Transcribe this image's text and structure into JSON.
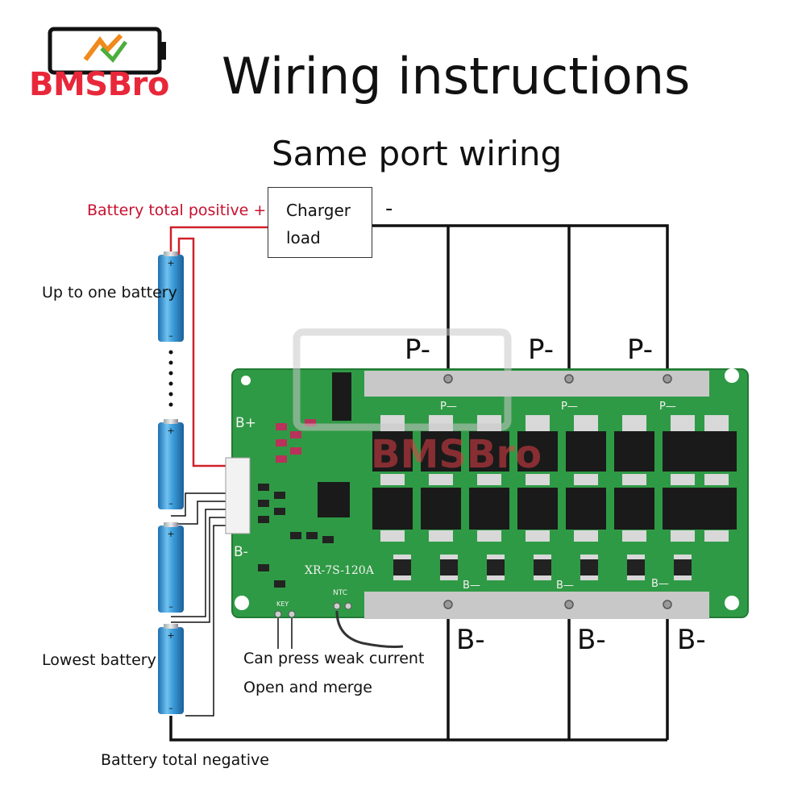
{
  "logo": {
    "brand": "BMSBro"
  },
  "title": "Wiring instructions",
  "subtitle": "Same port wiring",
  "labels": {
    "battery_total_positive": "Battery total positive +",
    "charger_line1": "Charger",
    "charger_line2": "load",
    "charger_minus": "-",
    "up_to_one_battery": "Up to one battery",
    "lowest_battery": "Lowest battery",
    "battery_total_negative": "Battery total negative",
    "weak_current_line1": "Can press weak current",
    "weak_current_line2": "Open and merge"
  },
  "ports": {
    "p_minus": [
      "P-",
      "P-",
      "P-"
    ],
    "b_minus": [
      "B-",
      "B-",
      "B-"
    ]
  },
  "board": {
    "model": "XR-7S-120A",
    "b_plus": "B+",
    "b_minus_edge": "B-",
    "ntc": "NTC",
    "key": "KEY",
    "p_pad": [
      "P—",
      "P—",
      "P—"
    ],
    "b_pad": [
      "B—",
      "B—",
      "B—"
    ],
    "watermark": "BMSBro"
  },
  "colors": {
    "brand_red": "#e8283a",
    "wire_red": "#d0202a",
    "board_green": "#2f9a45",
    "battery_blue": "#2f8fd0"
  }
}
